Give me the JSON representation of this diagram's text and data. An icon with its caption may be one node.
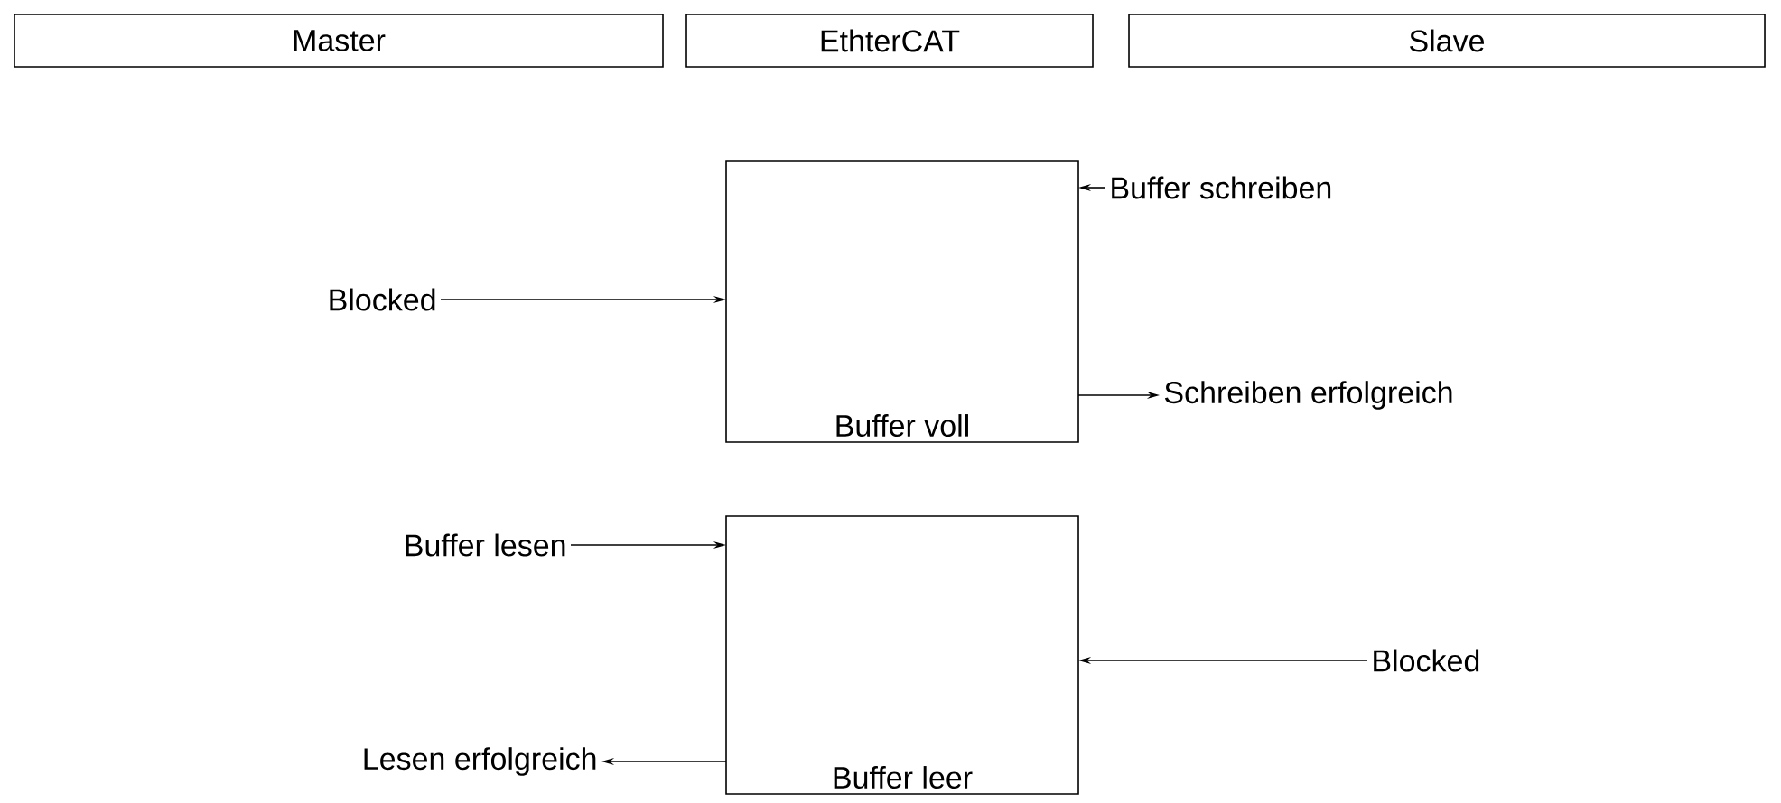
{
  "diagram": {
    "nodes": [
      {
        "text": [
          "Master"
        ]
      },
      {
        "text": [
          "EthterCAT"
        ]
      },
      {
        "text": [
          "Slave"
        ]
      },
      {
        "text": [
          "Buffer voll"
        ]
      },
      {
        "text": [
          "Buffer schreiben"
        ]
      },
      {
        "text": [
          "Blocked"
        ]
      },
      {
        "text": [
          "Schreiben erfolgreich"
        ]
      },
      {
        "text": [
          "Buffer leer"
        ]
      },
      {
        "text": [
          "Buffer lesen"
        ]
      },
      {
        "text": [
          "Blocked"
        ]
      },
      {
        "text": [
          "Lesen erfolgreich"
        ]
      }
    ],
    "edges": [
      {
        "from": 4,
        "to": 3,
        "arrow": "to"
      },
      {
        "from": 5,
        "to": 3,
        "arrow": "to"
      },
      {
        "from": 3,
        "to": 6,
        "arrow": "to"
      },
      {
        "from": 8,
        "to": 7,
        "arrow": "to"
      },
      {
        "from": 9,
        "to": 7,
        "arrow": "to"
      },
      {
        "from": 7,
        "to": 10,
        "arrow": "to"
      }
    ]
  }
}
